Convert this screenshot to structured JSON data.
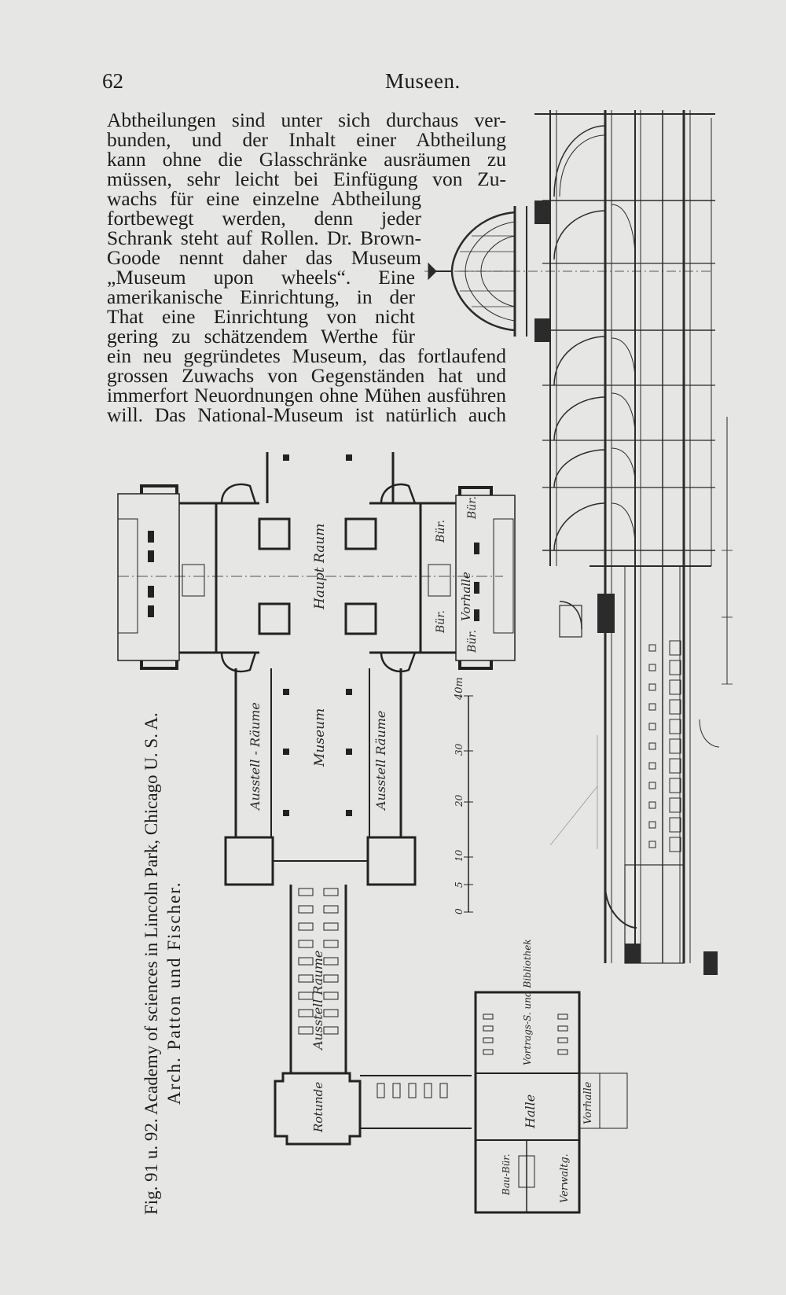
{
  "header": {
    "page_number": "62",
    "running_head": "Museen."
  },
  "body_lines": [
    "Abtheilungen sind unter sich durchaus ver-",
    "bunden, und der Inhalt einer Abtheilung",
    "kann ohne die Glasschränke ausräumen zu",
    "müssen, sehr leicht bei Einfügung von Zu-",
    "wachs für eine einzelne Abtheilung",
    "fortbewegt werden, denn jeder",
    "Schrank steht auf Rollen. Dr. Brown-",
    "Goode nennt daher das Museum",
    "„Museum upon wheels“. Eine",
    "amerikanische Einrichtung, in der",
    "That eine Einrichtung von nicht",
    "gering zu schätzendem Werthe für",
    "ein neu gegründetes Museum, das fortlaufend",
    "grossen Zuwachs von Gegenständen hat und",
    "immerfort Neuordnungen ohne Mühen ausführen",
    "will. Das National-Museum ist natürlich auch"
  ],
  "caption": {
    "line1": "Fig. 91 u. 92. Academy of sciences in Lincoln Park, Chicago U. S. A.",
    "line2": "Arch. Patton und Fischer."
  },
  "plan_labels": {
    "haupt_raum": "Haupt Raum",
    "museum": "Museum",
    "ausstell_raeume": "Ausstell - Räume",
    "ausstell_raeume_2": "Ausstell Räume",
    "ausstell_raeume_3": "Ausstell Räume",
    "buer_1": "Bür.",
    "buer_2": "Bür.",
    "buer_3": "Bür.",
    "buer_4": "Bür.",
    "vorhalle": "Vorhalle",
    "vorhalle_2": "Vorhalle",
    "rotunde": "Rotunde",
    "halle": "Halle",
    "bibliothek": "Vortrags-S. und Bibliothek",
    "verwaltung": "Verwaltg.",
    "bau_bureau": "Bau-Bür."
  },
  "scale_bar": {
    "unit": "40m",
    "ticks": [
      "0",
      "5",
      "10",
      "20",
      "30"
    ]
  }
}
